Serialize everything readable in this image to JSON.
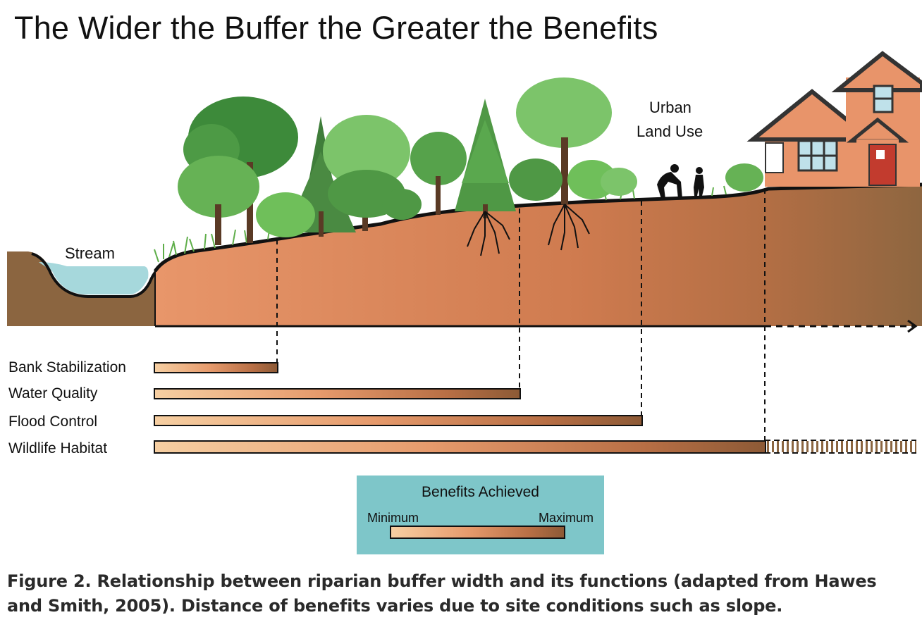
{
  "title": "The Wider the Buffer the Greater the Benefits",
  "labels": {
    "stream": "Stream",
    "urban_line1": "Urban",
    "urban_line2": "Land Use"
  },
  "benefits": [
    {
      "label": "Bank Stabilization"
    },
    {
      "label": "Water Quality"
    },
    {
      "label": "Flood Control"
    },
    {
      "label": "Wildlife Habitat"
    }
  ],
  "legend": {
    "title": "Benefits Achieved",
    "min_label": "Minimum",
    "max_label": "Maximum"
  },
  "caption": "Figure 2. Relationship between riparian buffer width and its functions (adapted from Hawes and Smith, 2005). Distance of benefits varies due to site conditions such as slope.",
  "colors": {
    "soil": "#e0895c",
    "soil_dark": "#8b6540",
    "water": "#a6d8dc",
    "legend_bg": "#7ec6c9",
    "tree_dark": "#3f8a3c",
    "tree_light": "#6fbf5a",
    "house": "#e8946a"
  }
}
